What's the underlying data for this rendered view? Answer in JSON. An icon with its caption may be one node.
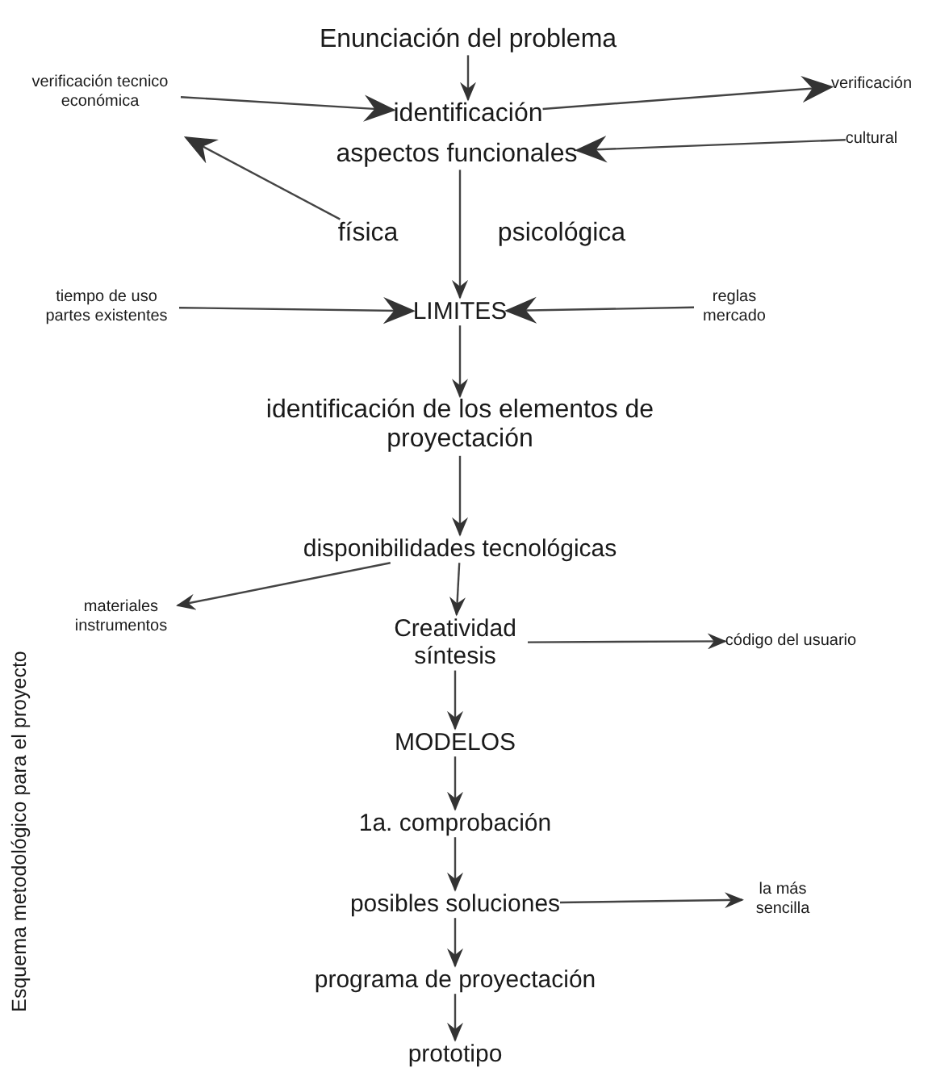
{
  "diagram": {
    "caption": "Esquema metodológico para el proyecto",
    "nodes": [
      {
        "text": [
          "Enunciación del problema"
        ]
      },
      {
        "text": [
          "verificación tecnico económica"
        ]
      },
      {
        "text": [
          "identificación"
        ]
      },
      {
        "text": [
          "verificación"
        ]
      },
      {
        "text": [
          "aspectos funcionales"
        ]
      },
      {
        "text": [
          "cultural"
        ]
      },
      {
        "text": [
          "física"
        ]
      },
      {
        "text": [
          "psicológica"
        ]
      },
      {
        "text": [
          "tiempo de uso partes existentes"
        ]
      },
      {
        "text": [
          "LIMITES"
        ]
      },
      {
        "text": [
          "reglas mercado"
        ]
      },
      {
        "text": [
          "identificación de los elementos de proyectación"
        ]
      },
      {
        "text": [
          "disponibilidades tecnológicas"
        ]
      },
      {
        "text": [
          "materiales instrumentos"
        ]
      },
      {
        "text": [
          "Creatividad síntesis"
        ]
      },
      {
        "text": [
          "código del usuario"
        ]
      },
      {
        "text": [
          "MODELOS"
        ]
      },
      {
        "text": [
          "1a. comprobación"
        ]
      },
      {
        "text": [
          "posibles soluciones"
        ]
      },
      {
        "text": [
          "la más sencilla"
        ]
      },
      {
        "text": [
          "programa de proyectación"
        ]
      },
      {
        "text": [
          "prototipo"
        ]
      }
    ],
    "edges": [
      {
        "from": 0,
        "to": 2,
        "arrow": "to"
      },
      {
        "from": 1,
        "to": 2,
        "arrow": "to"
      },
      {
        "from": 2,
        "to": 3,
        "arrow": "to"
      },
      {
        "from": 5,
        "to": 4,
        "arrow": "to"
      },
      {
        "from": 6,
        "to": 1,
        "arrow": "to"
      },
      {
        "from": 4,
        "to": 9,
        "arrow": "to"
      },
      {
        "from": 8,
        "to": 9,
        "arrow": "to"
      },
      {
        "from": 10,
        "to": 9,
        "arrow": "to"
      },
      {
        "from": 9,
        "to": 11,
        "arrow": "to"
      },
      {
        "from": 11,
        "to": 12,
        "arrow": "to"
      },
      {
        "from": 12,
        "to": 13,
        "arrow": "to"
      },
      {
        "from": 12,
        "to": 14,
        "arrow": "to"
      },
      {
        "from": 14,
        "to": 15,
        "arrow": "to"
      },
      {
        "from": 14,
        "to": 16,
        "arrow": "to"
      },
      {
        "from": 16,
        "to": 17,
        "arrow": "to"
      },
      {
        "from": 17,
        "to": 18,
        "arrow": "to"
      },
      {
        "from": 18,
        "to": 19,
        "arrow": "to"
      },
      {
        "from": 18,
        "to": 20,
        "arrow": "to"
      },
      {
        "from": 20,
        "to": 21,
        "arrow": "to"
      }
    ]
  }
}
